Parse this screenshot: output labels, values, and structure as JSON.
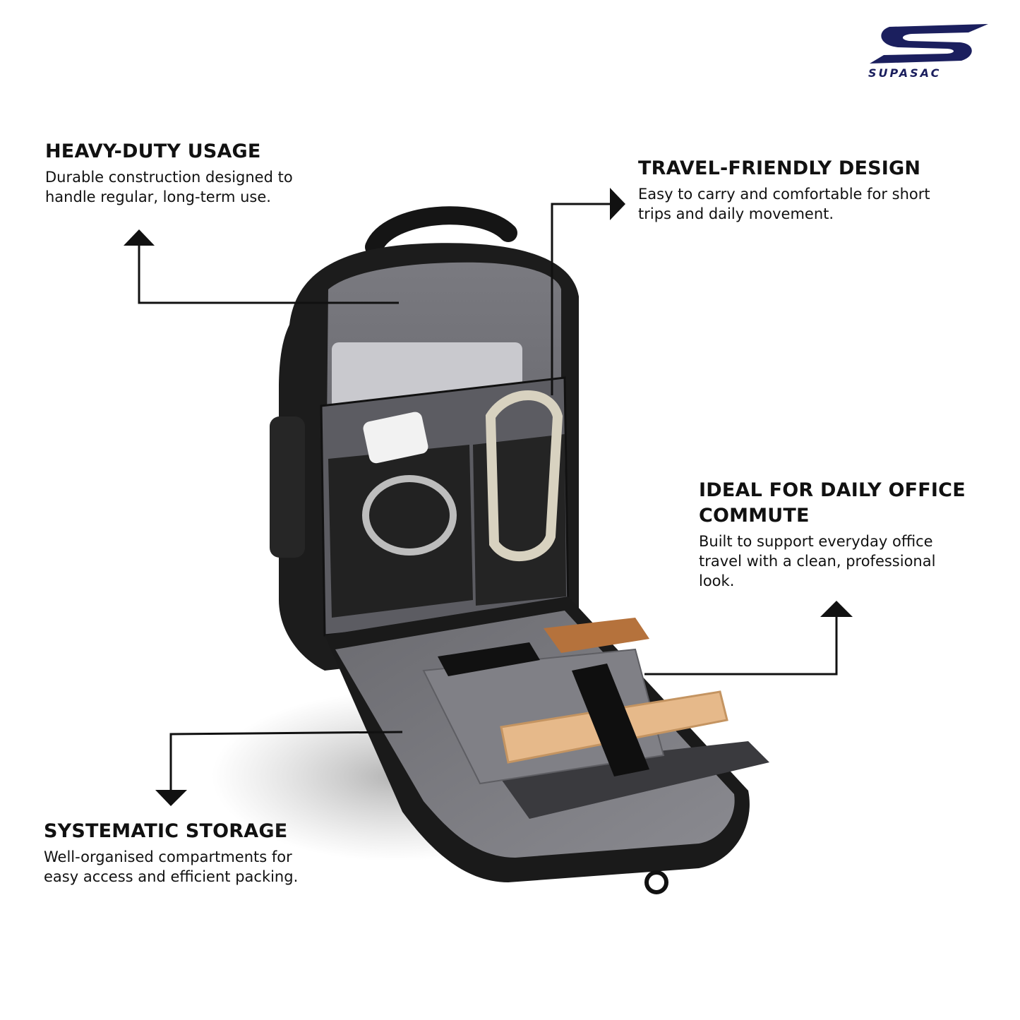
{
  "brand": {
    "name": "SUPASAC",
    "color": "#1b1f5e"
  },
  "features": {
    "heavy_duty": {
      "title": "HEAVY-DUTY USAGE",
      "description": "Durable construction designed to handle regular, long-term use."
    },
    "travel": {
      "title": "TRAVEL-FRIENDLY DESIGN",
      "description": "Easy to carry and comfortable for short trips and daily movement."
    },
    "office": {
      "title": "IDEAL FOR DAILY OFFICE COMMUTE",
      "description": "Built to support everyday office travel with a clean, professional look."
    },
    "storage": {
      "title": "SYSTEMATIC STORAGE",
      "description": "Well-organised compartments for easy access and efficient packing."
    }
  },
  "icons": {
    "callout_arrow": "arrow-icon"
  },
  "colors": {
    "text": "#111111",
    "bag_body": "#1a1a1a",
    "lining": "#6e6e73",
    "leather": "#b5723c",
    "notebook": "#e6b98a"
  }
}
